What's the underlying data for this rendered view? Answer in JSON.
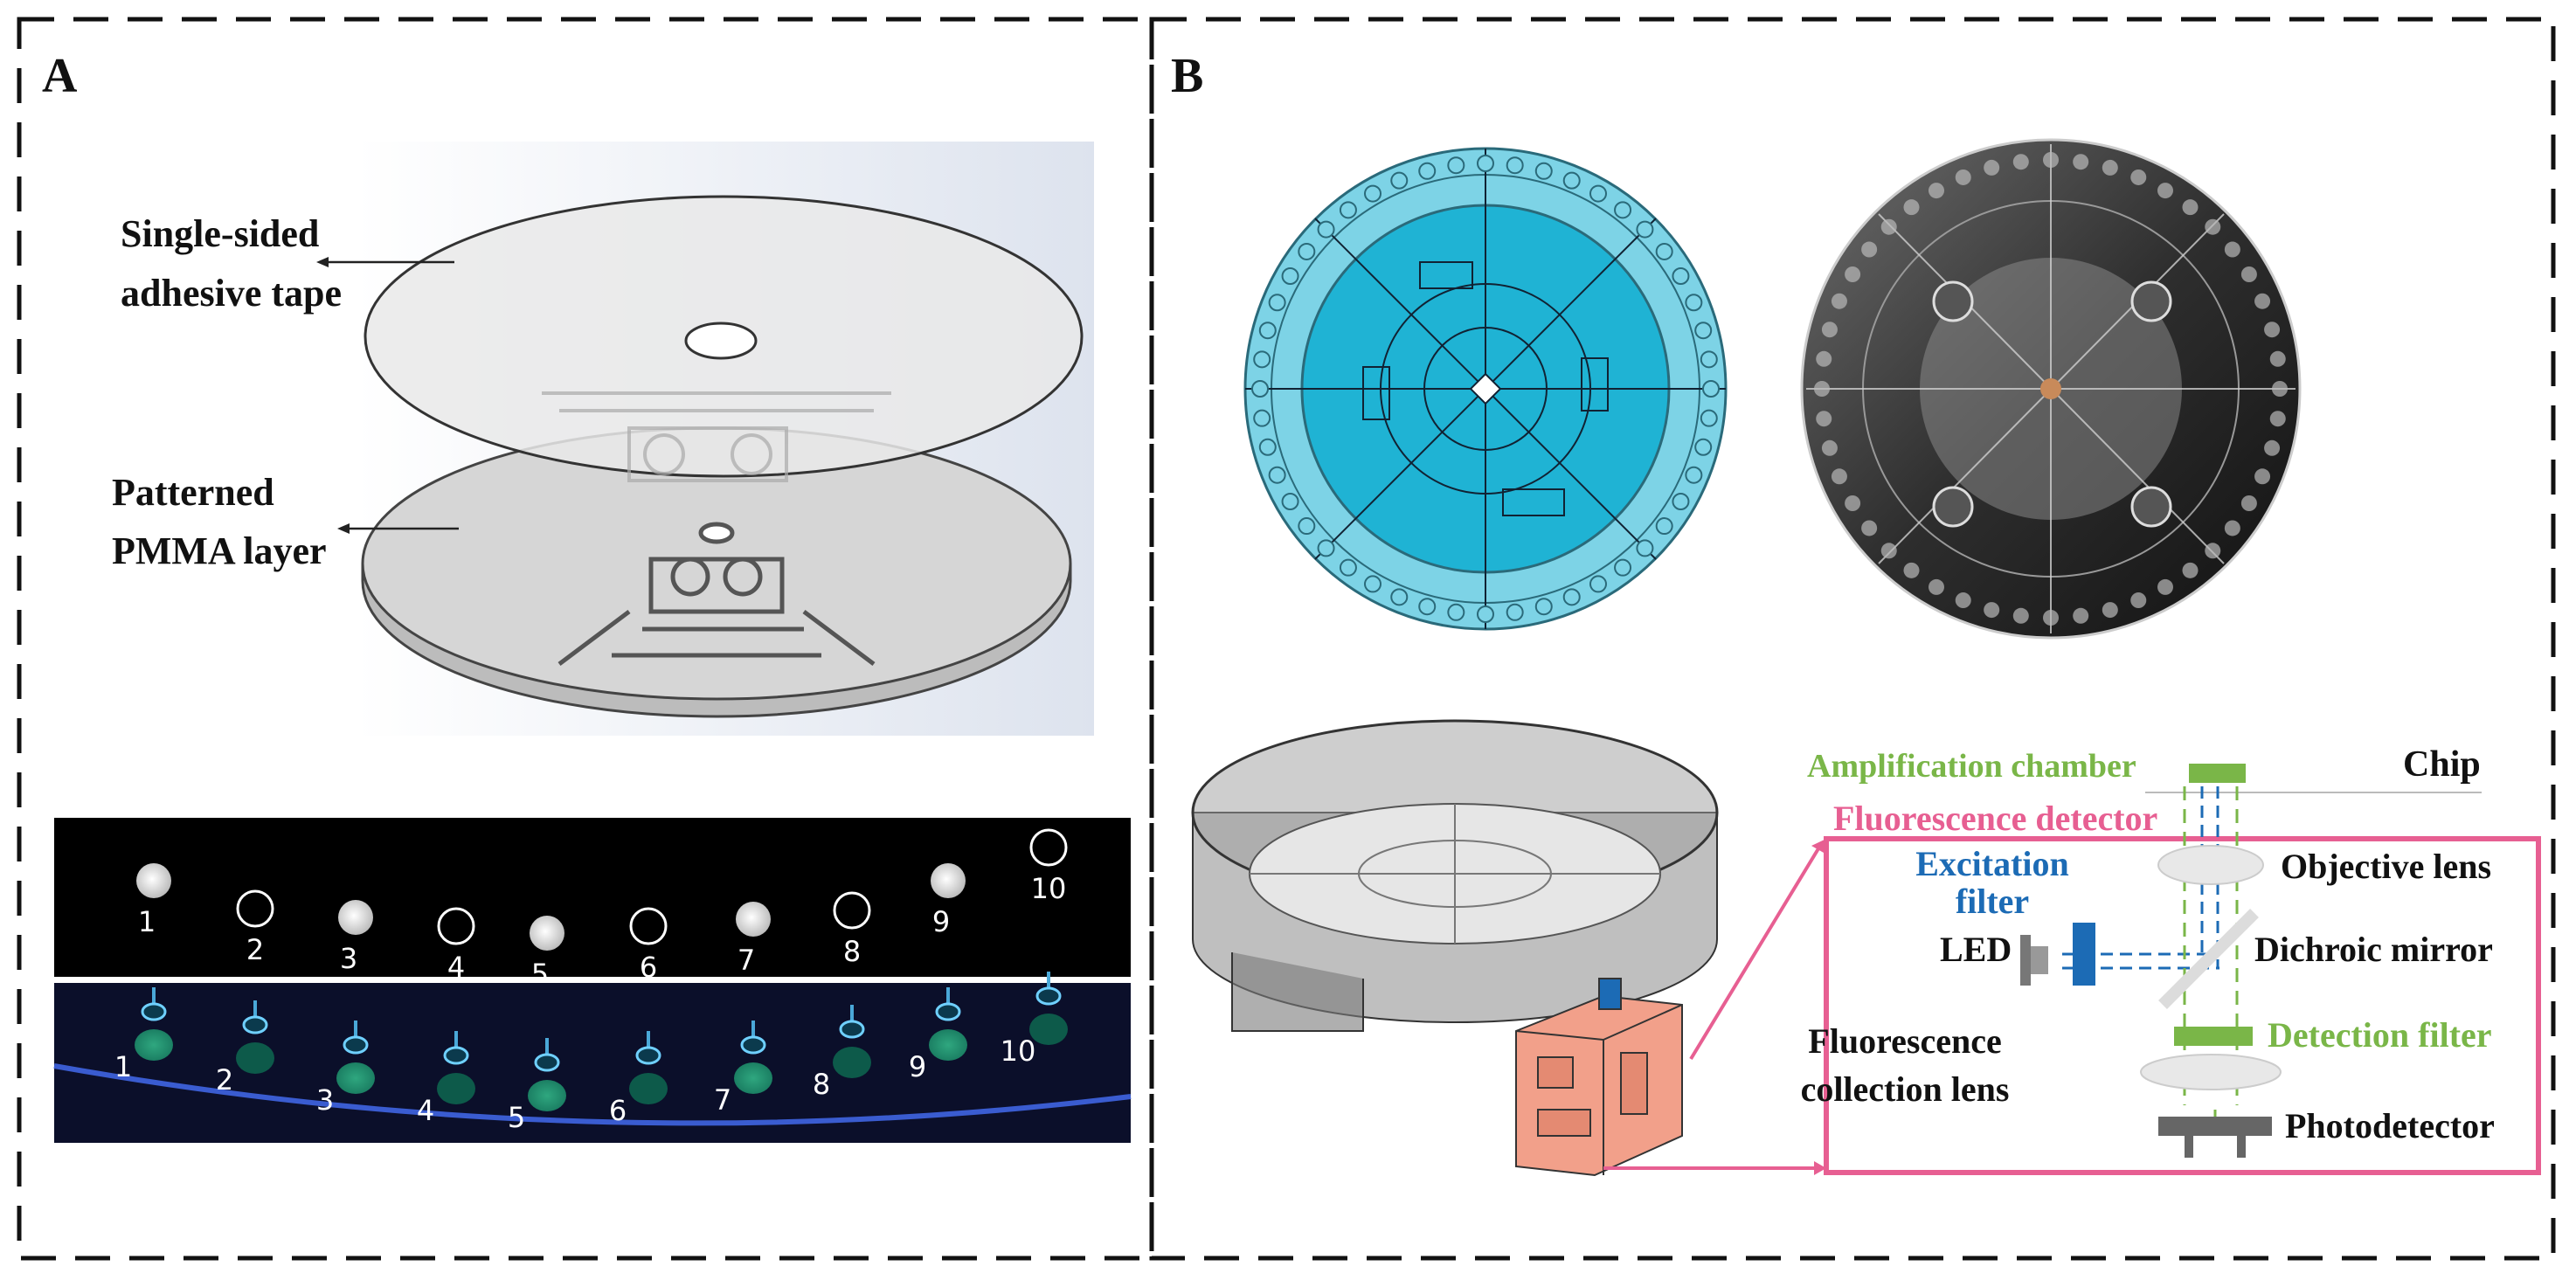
{
  "panels": {
    "a": {
      "letter": "A",
      "layer_top": [
        "Single-sided",
        "adhesive tape"
      ],
      "layer_bottom": [
        "Patterned",
        "PMMA layer"
      ],
      "well_numbers": [
        "1",
        "2",
        "3",
        "4",
        "5",
        "6",
        "7",
        "8",
        "9",
        "10"
      ],
      "dark_image_lit": [
        true,
        false,
        true,
        false,
        true,
        false,
        true,
        false,
        true,
        false
      ],
      "fluor_image_lit": [
        true,
        false,
        true,
        false,
        true,
        false,
        true,
        false,
        true,
        false
      ]
    },
    "b": {
      "letter": "B",
      "chip": "Chip",
      "amplification_chamber": "Amplification chamber",
      "fluorescence_detector": "Fluorescence detector",
      "excitation_filter": [
        "Excitation",
        "filter"
      ],
      "objective_lens": "Objective lens",
      "led": "LED",
      "dichroic_mirror": "Dichroic mirror",
      "fluorescence_collection_lens": [
        "Fluorescence",
        "collection lens"
      ],
      "detection_filter": "Detection filter",
      "photodetector": "Photodetector"
    }
  },
  "colors": {
    "green": "#7ab648",
    "blue": "#1c6bb5",
    "pink": "#e75f92",
    "cyan_chip": "#5ec8de",
    "cyan_dark": "#1aaed0",
    "board": "#f4a28c"
  }
}
